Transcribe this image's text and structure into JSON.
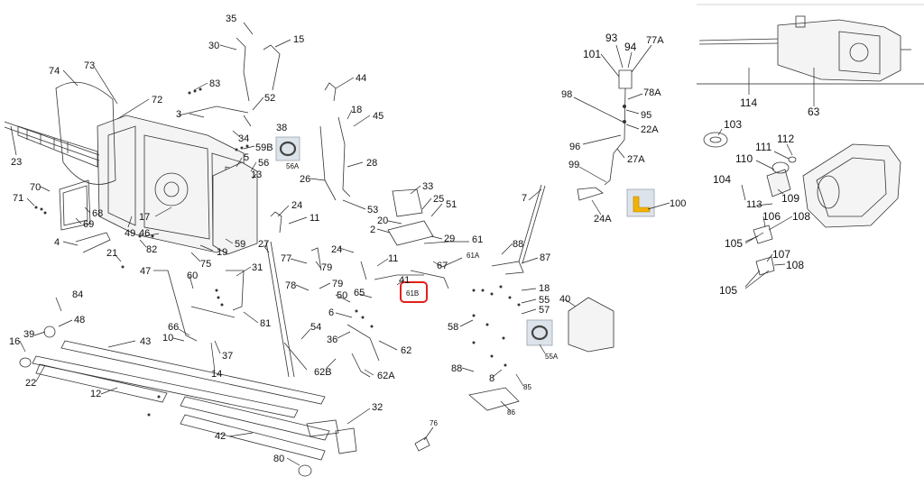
{
  "labels": {
    "p35": "35",
    "p30": "30",
    "p15": "15",
    "p74": "74",
    "p73": "73",
    "p83": "83",
    "p52": "52",
    "p44": "44",
    "p72": "72",
    "p3": "3",
    "p38": "38",
    "p18": "18",
    "p45": "45",
    "p34": "34",
    "p59B": "59B",
    "p56A": "56A",
    "p23": "23",
    "p5": "5",
    "p56": "56",
    "p13": "13",
    "p26": "26",
    "p28": "28",
    "p70": "70",
    "p71": "71",
    "p68": "68",
    "p69": "69",
    "p17": "17",
    "p49": "49",
    "p33": "33",
    "p25": "25",
    "p51": "51",
    "p24": "24",
    "p11": "11",
    "p53": "53",
    "p20": "20",
    "p2": "2",
    "p29": "29",
    "p61": "61",
    "p4": "4",
    "p46": "46",
    "p82": "82",
    "p7": "7",
    "p19": "19",
    "p59": "59",
    "p21": "21",
    "p75": "75",
    "p27": "27",
    "p24b": "24",
    "p61A": "61A",
    "p67": "67",
    "p88": "88",
    "p87": "87",
    "p47": "47",
    "p31": "31",
    "p77": "77",
    "p79": "79",
    "p11b": "11",
    "p41": "41",
    "p61B": "61B",
    "p60": "60",
    "p78": "78",
    "p79b": "79",
    "p50": "50",
    "p65": "65",
    "p18b": "18",
    "p55": "55",
    "p57": "57",
    "p40": "40",
    "p84": "84",
    "p48": "48",
    "p81": "81",
    "p6": "6",
    "p66": "66",
    "p10": "10",
    "p54": "54",
    "p58": "58",
    "p16": "16",
    "p39": "39",
    "p43": "43",
    "p36": "36",
    "p37": "37",
    "p62": "62",
    "p55A": "55A",
    "p22": "22",
    "p14": "14",
    "p62B": "62B",
    "p62A": "62A",
    "p88b": "88",
    "p8": "8",
    "p85": "85",
    "p12": "12",
    "p86": "86",
    "p32": "32",
    "p76": "76",
    "p42": "42",
    "p80": "80",
    "p93": "93",
    "p94": "94",
    "p77A": "77A",
    "p101": "101",
    "p78A": "78A",
    "p98": "98",
    "p95": "95",
    "p22A": "22A",
    "p96": "96",
    "p27A": "27A",
    "p99": "99",
    "p100": "100",
    "p24A": "24A",
    "p114": "114",
    "p63": "63",
    "p103": "103",
    "p111": "111",
    "p112": "112",
    "p110": "110",
    "p104": "104",
    "p113": "113",
    "p109": "109",
    "p106": "106",
    "p108": "108",
    "p105": "105",
    "p107": "107",
    "p108b": "108",
    "p105b": "105"
  },
  "colors": {
    "highlight": "#e0201b",
    "line": "#333333",
    "thumb_frame": "#9aa3ad",
    "thumb_bg": "#dde3ea",
    "bracket_yellow": "#f2b200"
  },
  "icons": {
    "seal_56A": "seal-ring-icon",
    "seal_55A": "seal-ring-icon",
    "bracket_100": "l-bracket-icon"
  }
}
